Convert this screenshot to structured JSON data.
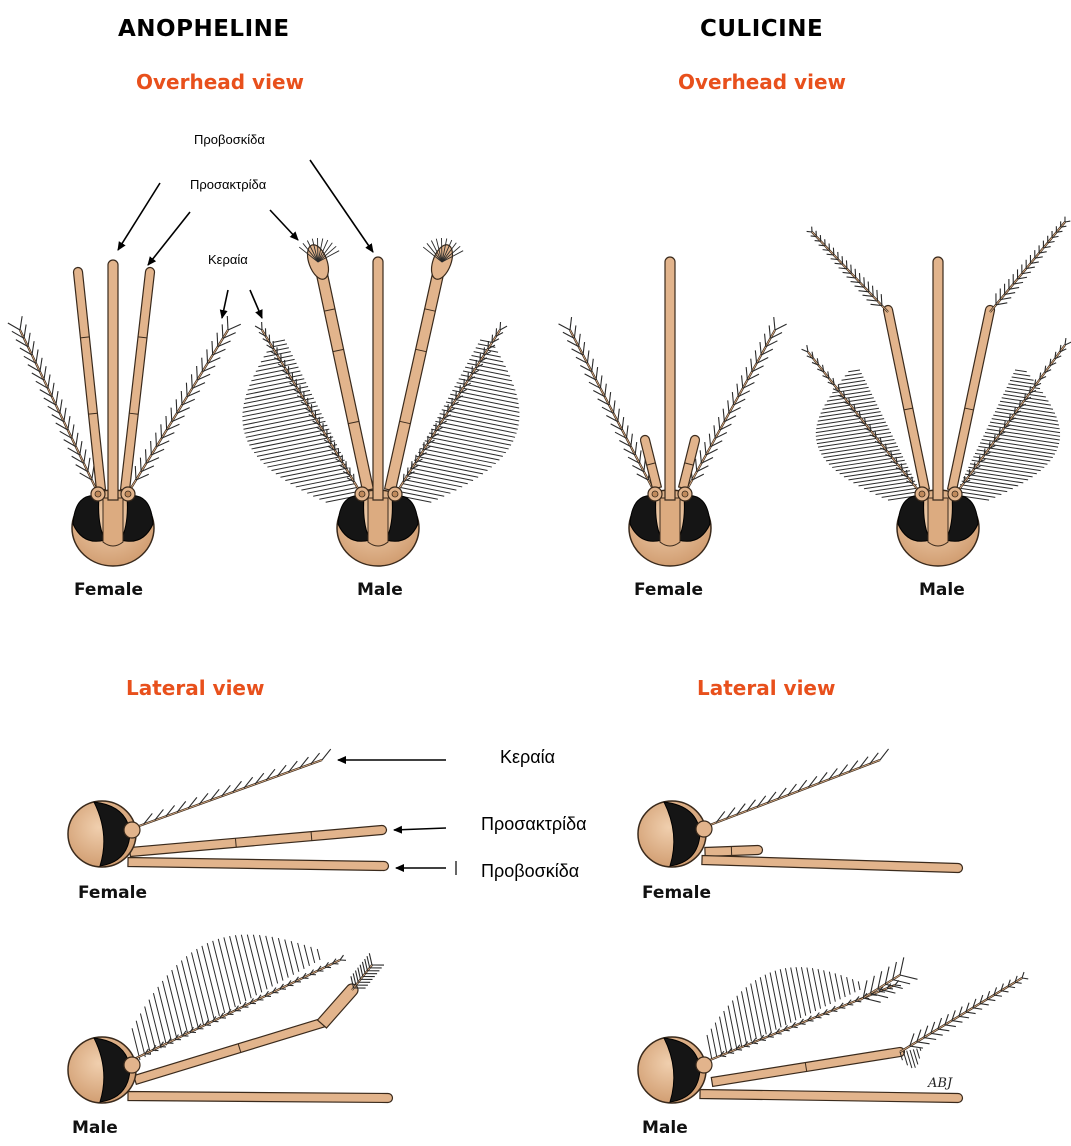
{
  "groups": {
    "left": {
      "title": "ANOPHELINE",
      "overhead_label": "Overhead view",
      "lateral_label": "Lateral view",
      "overhead_female": "Female",
      "overhead_male": "Male",
      "lateral_female": "Female",
      "lateral_male": "Male"
    },
    "right": {
      "title": "CULICINE",
      "overhead_label": "Overhead view",
      "lateral_label": "Lateral view",
      "overhead_female": "Female",
      "overhead_male": "Male",
      "lateral_female": "Female",
      "lateral_male": "Male"
    }
  },
  "callouts": {
    "overhead": {
      "proboscis": "Προβοσκίδα",
      "palp": "Προσακτρίδα",
      "antenna": "Κεραία"
    },
    "lateral": {
      "antenna": "Κεραία",
      "palp": "Προσακτρίδα",
      "proboscis": "Προβοσκίδα"
    }
  },
  "signature": "ABJ",
  "colors": {
    "accent": "#e8501c",
    "body": "#e2b48c",
    "outline": "#3a2a1c",
    "eye": "#151515",
    "text": "#000000"
  }
}
